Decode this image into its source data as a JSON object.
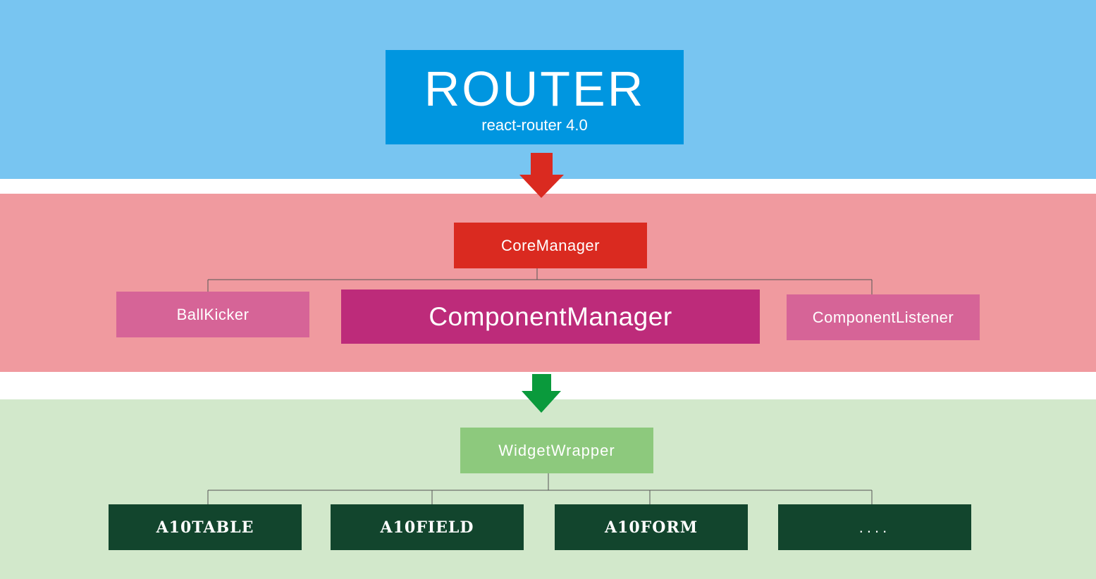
{
  "router": {
    "title": "ROUTER",
    "subtitle": "react-router 4.0"
  },
  "core": {
    "manager_label": "CoreManager",
    "children": [
      "BallKicker",
      "ComponentManager",
      "ComponentListener"
    ]
  },
  "widget": {
    "wrapper_label": "WidgetWrapper",
    "children": [
      "A10TABLE",
      "A10FIELD",
      "A10FORM",
      "...."
    ]
  },
  "colors": {
    "router_band": "#78c5f1",
    "router_box": "#0096e0",
    "core_band": "#f09a9f",
    "core_manager": "#da2a20",
    "component_manager": "#bd2b7a",
    "side_boxes": "#d66497",
    "widget_band": "#d2e8cb",
    "widget_wrapper": "#8dc97d",
    "leaf_boxes": "#12452d",
    "arrow_top": "#da2a20",
    "arrow_bottom": "#0a9a3c"
  },
  "icons": {
    "arrow_top": "arrow-down-icon",
    "arrow_bottom": "arrow-down-icon"
  }
}
